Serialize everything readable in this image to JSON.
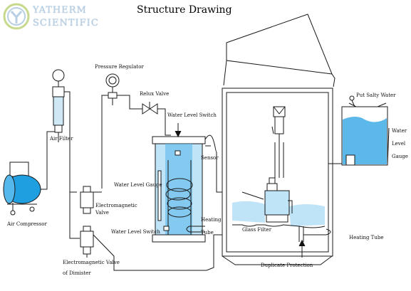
{
  "header": {
    "logo_line1": "YATHERM",
    "logo_line2": "SCIENTIFIC",
    "title": "Structure Drawing"
  },
  "labels": {
    "air_compressor": "Air Compressor",
    "air_filter": "Air Filter",
    "pressure_regulator": "Pressure Regulator",
    "relux_valve": "Relux Valve",
    "water_level_switch_top": "Water Level Switch",
    "sensor": "Sensor",
    "water_level_gauge_left": "Water Level Gauge",
    "electromagnetic_valve_1": "Electromagnetic",
    "electromagnetic_valve_2": "Valve",
    "heating_1": "Heating",
    "heating_2": "Tube",
    "water_level_switch_bottom": "Water Level Switch",
    "electromagnetic_demister_1": "Electromagnetic Valve",
    "electromagnetic_demister_2": "of Dimister",
    "glass_filter": "Glass Filter",
    "heating_tube_right": "Heating Tube",
    "duplicate_protection": "Duplicate Protection",
    "put_salty_water": "Put Salty Water",
    "water_gauge_1": "Water",
    "water_gauge_2": "Level",
    "water_gauge_3": "Gauge"
  },
  "colors": {
    "line": "#1a1a1a",
    "water": "#bfe3f7",
    "water_deep": "#5db8ea",
    "compressor": "#1f9fe0",
    "logo": "#b9cfe3"
  }
}
